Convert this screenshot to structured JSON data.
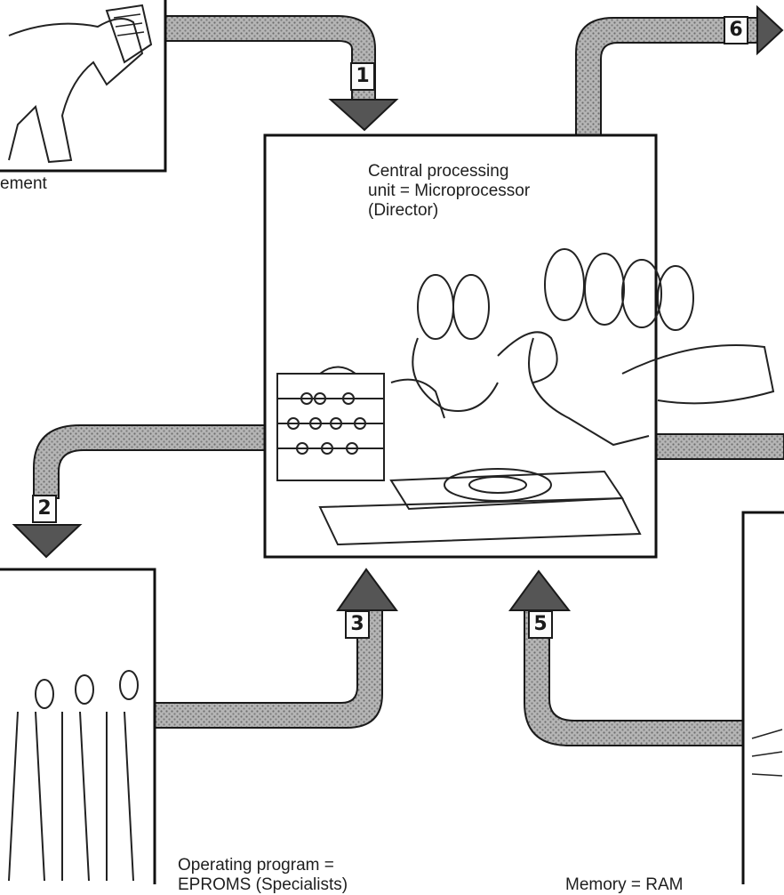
{
  "labels": {
    "cpu": [
      "Central processing",
      "unit = Microprocessor",
      "(Director)"
    ],
    "top_left_fragment": "ement",
    "bottom_program": [
      "Operating program =",
      "EPROMS (Specialists)"
    ],
    "bottom_memory": "Memory = RAM"
  },
  "arrows": [
    "1",
    "2",
    "3",
    "5",
    "6"
  ],
  "colors": {
    "ink": "#1a1a1a",
    "arrow_fill": "#9a9a9a",
    "panel_bg": "#ffffff"
  }
}
